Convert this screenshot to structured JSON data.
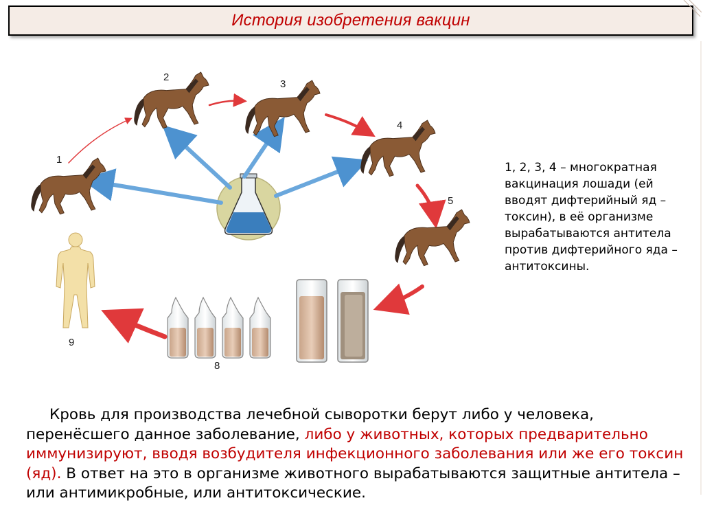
{
  "title": "История изобретения вакцин",
  "diagram": {
    "labels": [
      "1",
      "2",
      "3",
      "4",
      "5",
      "8",
      "9"
    ]
  },
  "caption": "1, 2, 3, 4 – многократная вакцинация лошади (ей вводят дифтерийный яд – токсин), в её организме вырабатываются антитела против дифтерийного яда – антитоксины.",
  "paragraph": {
    "part1": "Кровь для производства лечебной сыворотки берут либо у человека, перенёсшего данное заболевание, ",
    "part2": "либо у животных, которых предварительно иммунизируют, вводя возбудителя инфекционного заболевания или же его токсин (яд).",
    "part3": " В ответ на это в организме животного вырабатываются защитные антитела – или антимикробные, или антитоксические."
  },
  "colors": {
    "title_text": "#c00000",
    "accent_red": "#c00000",
    "arrow_red": "#e0393b",
    "arrow_blue": "#6aa7dc",
    "horse": "#8a5a35"
  }
}
